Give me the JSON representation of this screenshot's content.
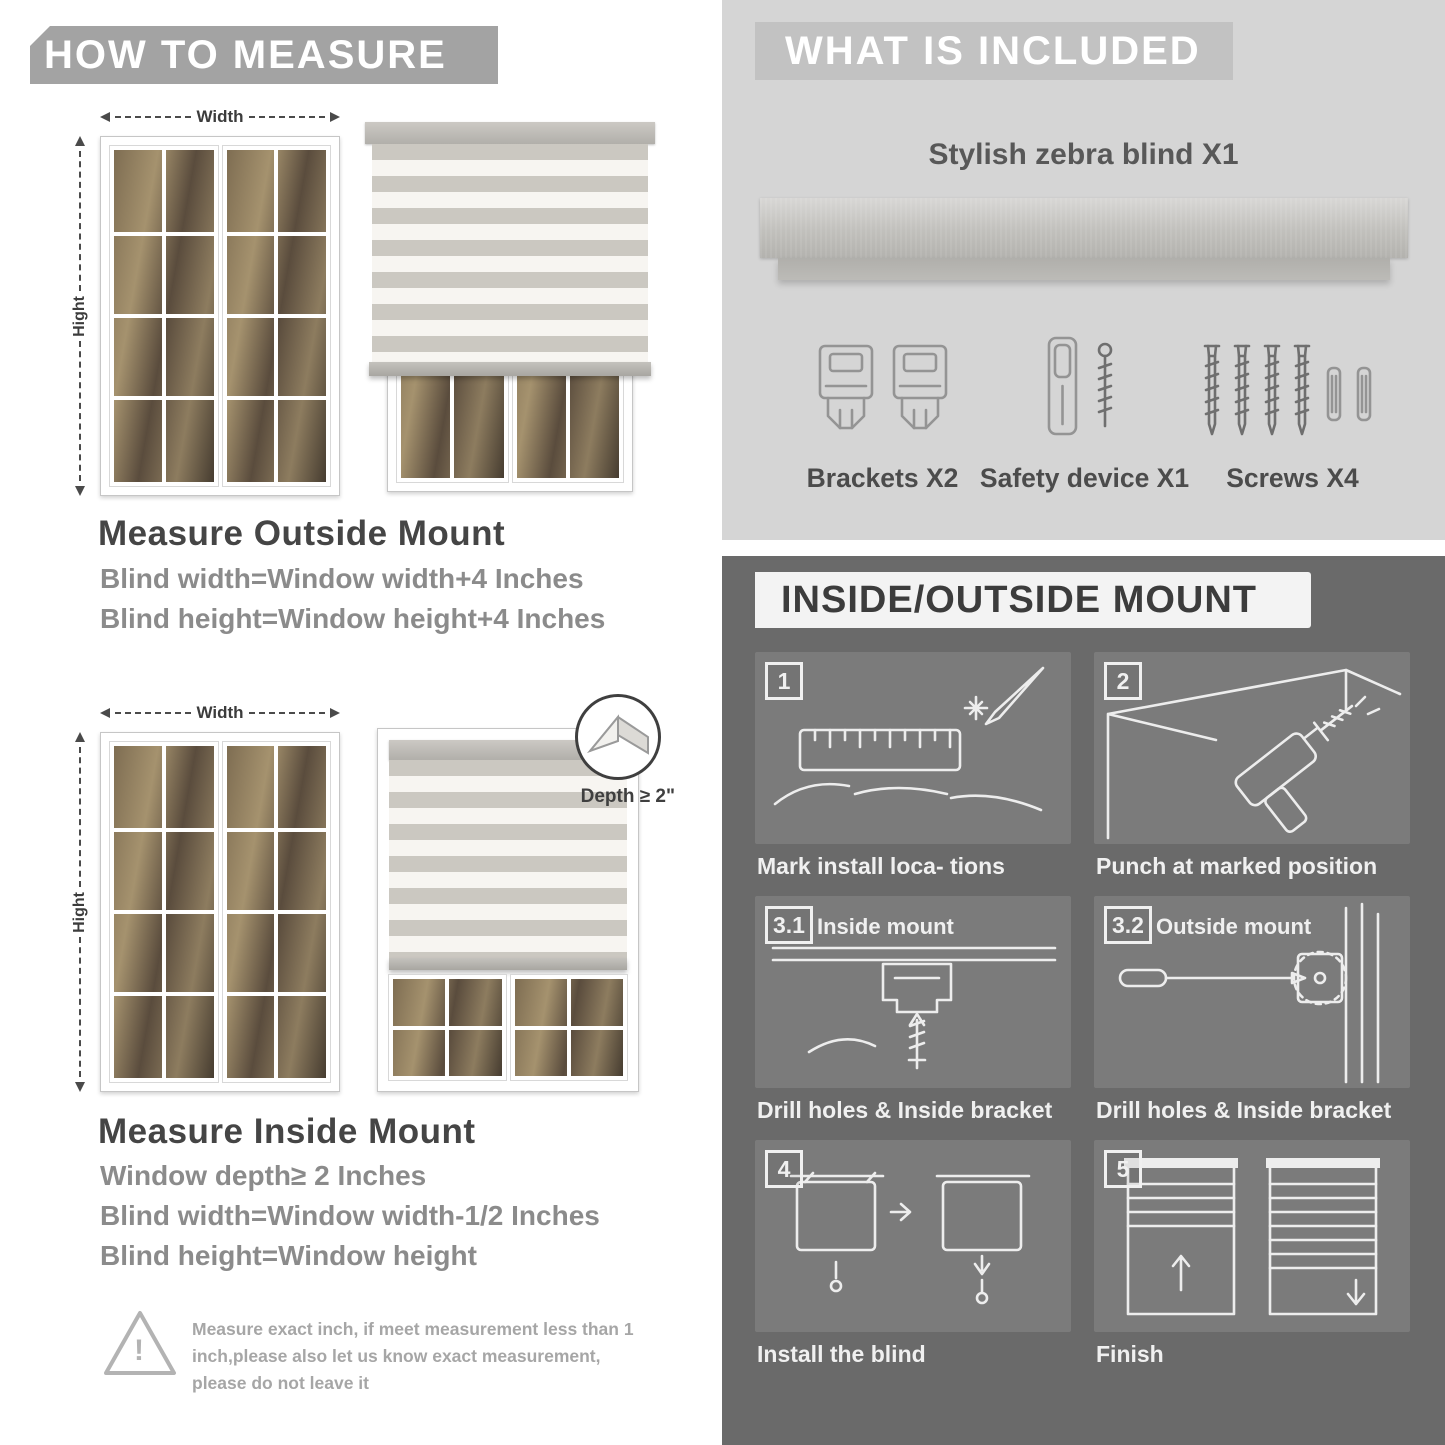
{
  "left": {
    "header": "HOW TO MEASURE",
    "outside": {
      "width_label": "Width",
      "height_label": "Hight",
      "title": "Measure Outside Mount",
      "lines": [
        "Blind width=Window width+4 Inches",
        "Blind height=Window height+4 Inches"
      ]
    },
    "inside": {
      "width_label": "Width",
      "height_label": "Hight",
      "depth_note": "Depth ≥ 2\"",
      "title": "Measure Inside Mount",
      "lines": [
        "Window depth≥ 2 Inches",
        "Blind width=Window width-1/2 Inches",
        "Blind height=Window height"
      ]
    },
    "note": {
      "mark": "!",
      "text": "Measure exact inch, if meet measurement less than 1 inch,please also let us know exact measurement, please do not leave it"
    }
  },
  "included": {
    "header": "WHAT IS INCLUDED",
    "product_label": "Stylish zebra blind X1",
    "items": [
      {
        "icon": "brackets-icon",
        "label": "Brackets X2"
      },
      {
        "icon": "safety-device-icon",
        "label": "Safety device X1"
      },
      {
        "icon": "screws-icon",
        "label": "Screws X4"
      }
    ]
  },
  "mount": {
    "header": "INSIDE/OUTSIDE MOUNT",
    "steps": [
      {
        "num": "1",
        "caption": "Mark install loca- tions"
      },
      {
        "num": "2",
        "caption": "Punch at  marked position"
      },
      {
        "num": "3.1",
        "title": "Inside mount",
        "caption": "Drill holes &  Inside bracket"
      },
      {
        "num": "3.2",
        "title": "Outside mount",
        "caption": "Drill holes &  Inside bracket"
      },
      {
        "num": "4",
        "caption": "Install the blind"
      },
      {
        "num": "5",
        "caption": "Finish"
      }
    ]
  },
  "icons": {
    "warning": "warning-triangle-icon",
    "measure": "double-headed-arrow-icon"
  },
  "colors": {
    "banner_gray": "#a3a3a3",
    "included_bg": "#d5d5d5",
    "included_band": "#c2c2c2",
    "mount_bg": "#6a6a6a",
    "panel_bg": "#7b7b7b",
    "heading_dark": "#454545",
    "body_gray": "#8b8b8b",
    "stripe_solid": "#cbc8c1",
    "stripe_sheer": "#f7f5f1"
  }
}
